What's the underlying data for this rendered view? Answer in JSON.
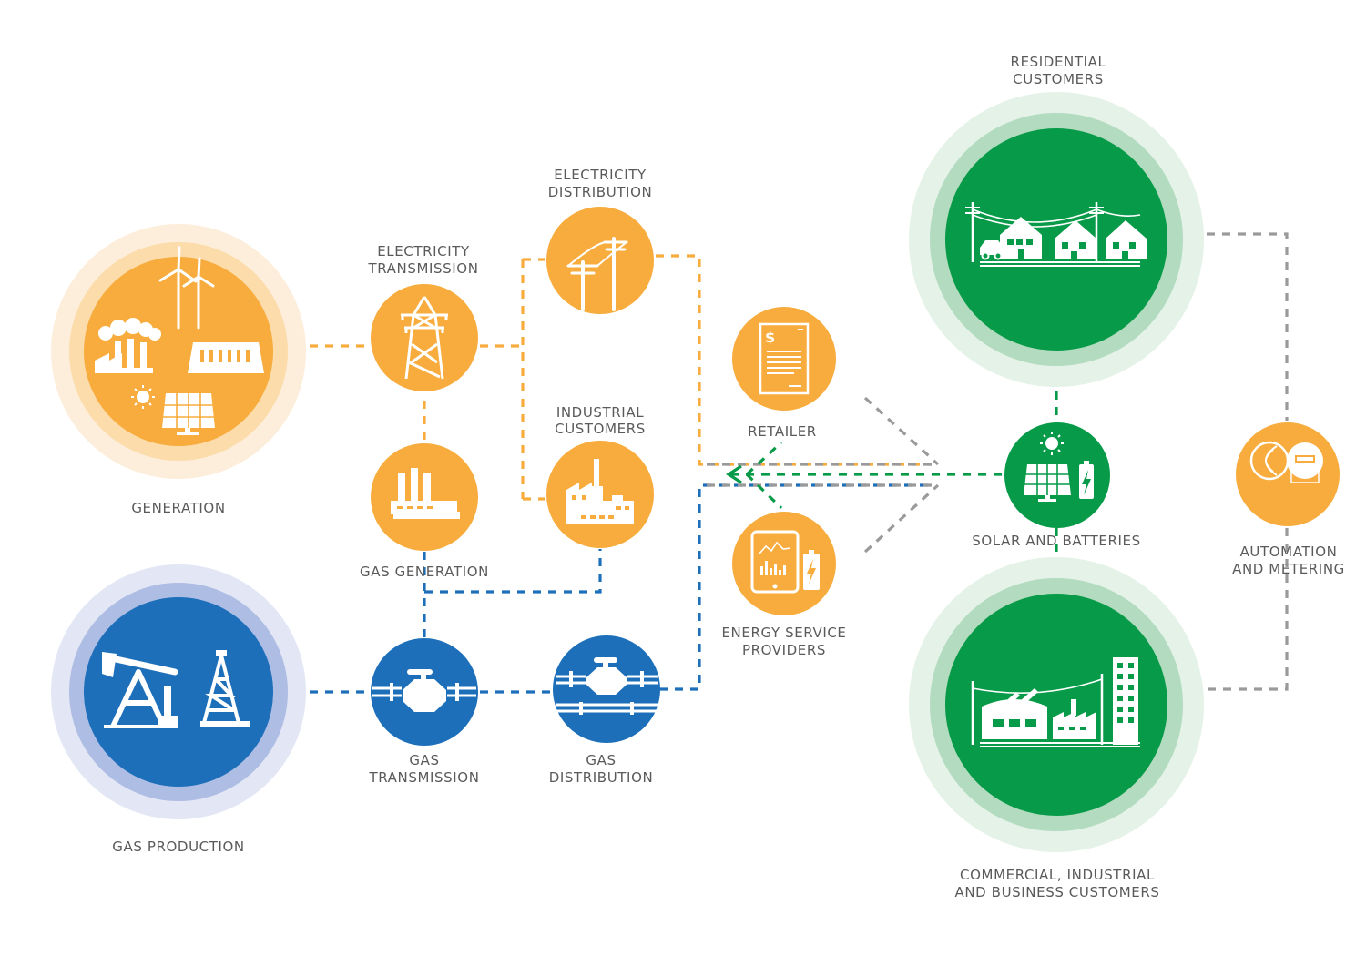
{
  "colors": {
    "orange": "#f7ac3d",
    "blue": "#1d6fba",
    "green": "#079a48",
    "grey_connector": "#9a9a9a",
    "label": "#5a5a5a"
  },
  "nodes": {
    "generation": {
      "label": "GENERATION",
      "icons": [
        "wind-turbine-icon",
        "factory-icon",
        "dam-icon",
        "sun-icon",
        "solar-panel-icon"
      ]
    },
    "gas_production": {
      "label": "GAS PRODUCTION",
      "icons": [
        "oil-pump-icon",
        "oil-derrick-icon"
      ]
    },
    "electricity_transmission": {
      "line1": "ELECTRICITY",
      "line2": "TRANSMISSION",
      "icon": "transmission-tower-icon"
    },
    "gas_generation": {
      "label": "GAS GENERATION",
      "icon": "power-plant-icon"
    },
    "electricity_distribution": {
      "line1": "ELECTRICITY",
      "line2": "DISTRIBUTION",
      "icon": "power-pole-icon"
    },
    "industrial_customers": {
      "line1": "INDUSTRIAL",
      "line2": "CUSTOMERS",
      "icon": "factory-icon"
    },
    "gas_transmission": {
      "line1": "GAS",
      "line2": "TRANSMISSION",
      "icon": "pipeline-valve-icon"
    },
    "gas_distribution": {
      "line1": "GAS",
      "line2": "DISTRIBUTION",
      "icon": "pipeline-valve-icon"
    },
    "retailer": {
      "label": "RETAILER",
      "icon": "invoice-icon",
      "bill_symbol": "$"
    },
    "energy_service_providers": {
      "line1": "ENERGY SERVICE",
      "line2": "PROVIDERS",
      "icon": "tablet-chart-icon"
    },
    "residential_customers": {
      "line1": "RESIDENTIAL",
      "line2": "CUSTOMERS",
      "icon": "houses-icon"
    },
    "solar_and_batteries": {
      "label": "SOLAR AND BATTERIES",
      "icon": "solar-battery-icon"
    },
    "automation_and_metering": {
      "line1": "AUTOMATION",
      "line2": "AND METERING",
      "icon": "smart-meter-icon"
    },
    "commercial_customers": {
      "line1": "COMMERCIAL, INDUSTRIAL",
      "line2": "AND BUSINESS CUSTOMERS",
      "icon": "commercial-buildings-icon"
    }
  },
  "connectors": [
    {
      "from": "generation",
      "to": "electricity_transmission",
      "type": "electricity"
    },
    {
      "from": "electricity_transmission",
      "to": "electricity_distribution",
      "type": "electricity"
    },
    {
      "from": "electricity_transmission",
      "to": "industrial_customers",
      "type": "electricity"
    },
    {
      "from": "electricity_transmission",
      "to": "gas_generation",
      "type": "electricity"
    },
    {
      "from": "electricity_distribution",
      "to": "solar_and_batteries",
      "type": "electricity"
    },
    {
      "from": "gas_production",
      "to": "gas_transmission",
      "type": "gas"
    },
    {
      "from": "gas_transmission",
      "to": "gas_distribution",
      "type": "gas"
    },
    {
      "from": "gas_transmission",
      "to": "gas_generation",
      "type": "gas"
    },
    {
      "from": "gas_transmission",
      "to": "industrial_customers",
      "type": "gas"
    },
    {
      "from": "gas_distribution",
      "to": "solar_and_batteries",
      "type": "gas"
    },
    {
      "from": "solar_and_batteries",
      "to": "retailer",
      "type": "export"
    },
    {
      "from": "solar_and_batteries",
      "to": "energy_service_providers",
      "type": "export"
    },
    {
      "from": "retailer",
      "to": "solar_and_batteries",
      "type": "service"
    },
    {
      "from": "energy_service_providers",
      "to": "solar_and_batteries",
      "type": "service"
    },
    {
      "from": "residential_customers",
      "to": "automation_and_metering",
      "type": "service"
    },
    {
      "from": "commercial_customers",
      "to": "automation_and_metering",
      "type": "service"
    },
    {
      "from": "residential_customers",
      "to": "solar_and_batteries",
      "type": "export"
    },
    {
      "from": "solar_and_batteries",
      "to": "commercial_customers",
      "type": "export"
    }
  ]
}
